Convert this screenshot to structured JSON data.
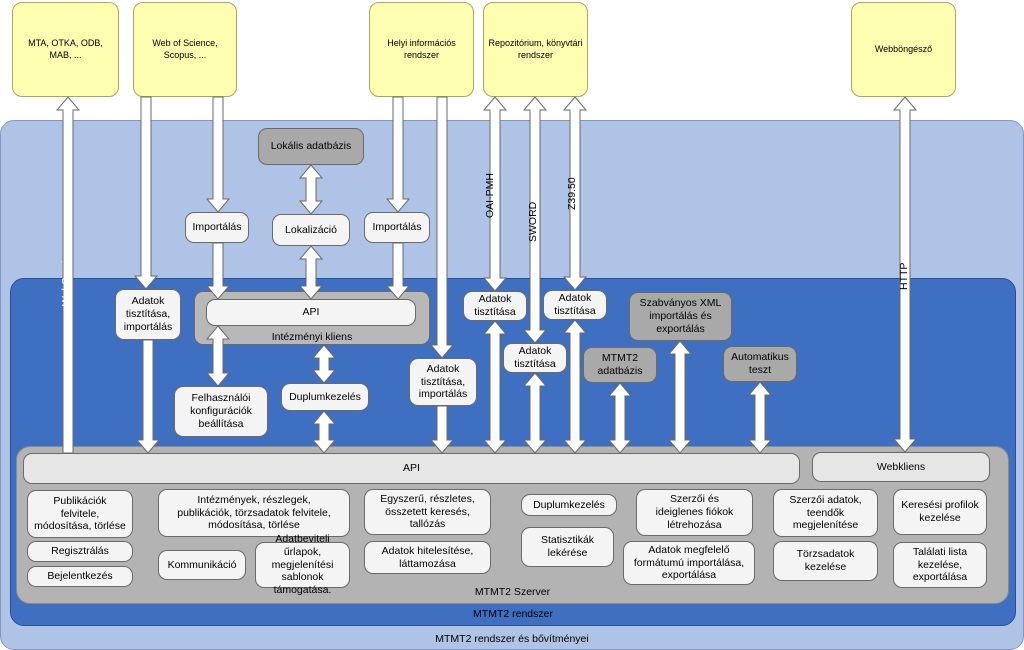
{
  "external": {
    "mta": "MTA, OTKA, ODB,\nMAB, ...",
    "wos": "Web of Science,\nScopus, ...",
    "helyi": "Helyi információs\nrendszer",
    "repo": "Repozitórium, könyvtári\nrendszer",
    "web": "Webböngésző"
  },
  "containers": {
    "outer": "MTMT2 rendszer és bővítményei",
    "mid": "MTMT2 rendszer",
    "server": "MTMT2 Szerver",
    "client": "Intézményi kliens"
  },
  "upper": {
    "lokalis": "Lokális adatbázis",
    "imp1": "Importálás",
    "lokalizacio": "Lokalizáció",
    "imp2": "Importálás",
    "api_client": "API",
    "adatok1": "Adatok\ntisztítása,\nimportálás",
    "felhasznaloi": "Felhasználói\nkonfigurációk\nbeállítása",
    "duplum1": "Duplumkezelés",
    "adatok2": "Adatok\ntisztítása,\nimportálás",
    "adatok3": "Adatok\ntisztítása",
    "adatok4": "Adatok\ntisztítása",
    "adatok5": "Adatok\ntisztítása",
    "szabvanyos": "Szabványos XML\nimportálás és\nexportálás",
    "mtmt2db": "MTMT2\nadatbázis",
    "automatikus": "Automatikus\nteszt"
  },
  "protocols": {
    "webservice": "WebService",
    "oai": "OAI-PMH",
    "sword": "SWORD",
    "z3950": "Z39.50",
    "http": "HTTP"
  },
  "server": {
    "api": "API",
    "webkliens": "Webkliens",
    "publikaciok": "Publikációk\nfelvitele,\nmódosítása, törlése",
    "regisztralas": "Regisztrálás",
    "bejelentkezes": "Bejelentkezés",
    "intezmenyek": "Intézmények, részlegek,\npublikációk, törzsadatok felvitele,\nmódosítása, törlése",
    "kommunikacio": "Kommunikáció",
    "adatbeviteli": "Adatbeviteli űrlapok,\nmegjelenítési sablonok\ntámogatása.",
    "egyszeru": "Egyszerű, részletes,\nösszetett keresés,\ntallózás",
    "hitelesites": "Adatok hitelesítése,\nláttamozása",
    "duplum2": "Duplumkezelés",
    "statisztikak": "Statisztikák\nlekérése",
    "szerzoi_fiokok": "Szerzői és\nideiglenes fiókok\nlétrehozása",
    "adatok_megfelelo": "Adatok megfelelő\nformátumú importálása,\nexportálása",
    "szerzoi_adatok": "Szerzői adatok,\nteendők\nmegjelenítése",
    "torzsadatok": "Törzsadatok\nkezelése",
    "keresesi": "Keresési profilok\nkezelése",
    "talalati": "Találati lista\nkezelése,\nexportálása"
  },
  "colors": {
    "outer": "#aec3e6",
    "mid": "#3f6fc0",
    "server": "#b3b3b3",
    "external": "#fefeb0",
    "box_light": "#f4f4f4",
    "box_gray": "#a9a9a9"
  }
}
